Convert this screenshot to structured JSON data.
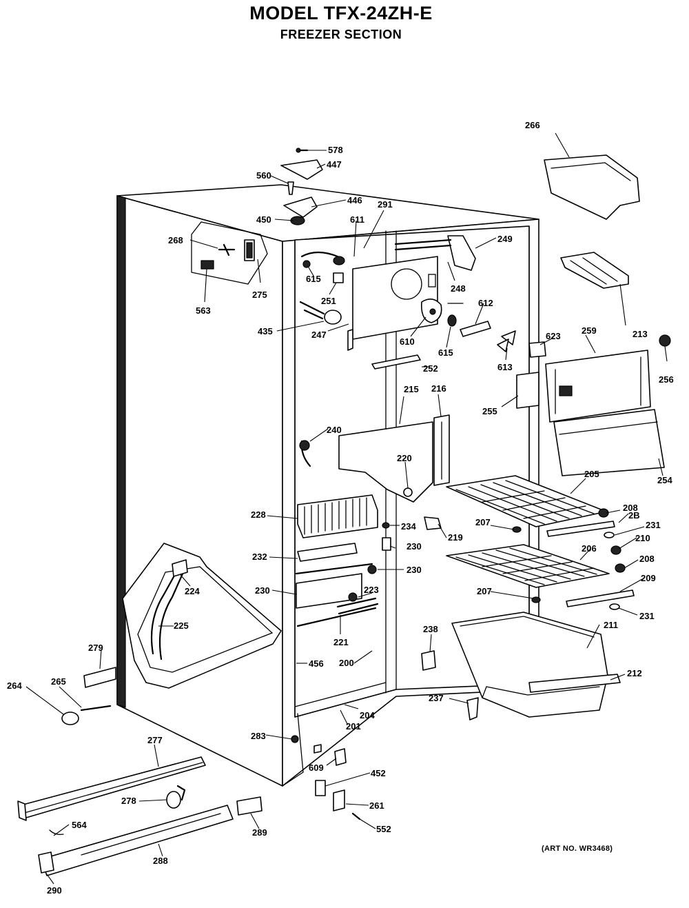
{
  "title": "MODEL TFX-24ZH-E",
  "subtitle": "FREEZER SECTION",
  "art_number": "(ART NO. WR3468)",
  "parts": [
    {
      "id": "p266",
      "label": "266"
    },
    {
      "id": "p578",
      "label": "578"
    },
    {
      "id": "p447",
      "label": "447"
    },
    {
      "id": "p560",
      "label": "560"
    },
    {
      "id": "p446",
      "label": "446"
    },
    {
      "id": "p450",
      "label": "450"
    },
    {
      "id": "p291",
      "label": "291"
    },
    {
      "id": "p611",
      "label": "611"
    },
    {
      "id": "p249",
      "label": "249"
    },
    {
      "id": "p268",
      "label": "268"
    },
    {
      "id": "p615a",
      "label": "615"
    },
    {
      "id": "p248",
      "label": "248"
    },
    {
      "id": "p275",
      "label": "275"
    },
    {
      "id": "p563",
      "label": "563"
    },
    {
      "id": "p251",
      "label": "251"
    },
    {
      "id": "p612",
      "label": "612"
    },
    {
      "id": "p213",
      "label": "213"
    },
    {
      "id": "p435",
      "label": "435"
    },
    {
      "id": "p247",
      "label": "247"
    },
    {
      "id": "p610",
      "label": "610"
    },
    {
      "id": "p615b",
      "label": "615"
    },
    {
      "id": "p613",
      "label": "613"
    },
    {
      "id": "p623",
      "label": "623"
    },
    {
      "id": "p259",
      "label": "259"
    },
    {
      "id": "p256",
      "label": "256"
    },
    {
      "id": "p252",
      "label": "252"
    },
    {
      "id": "p215",
      "label": "215"
    },
    {
      "id": "p216",
      "label": "216"
    },
    {
      "id": "p255",
      "label": "255"
    },
    {
      "id": "p240",
      "label": "240"
    },
    {
      "id": "p220",
      "label": "220"
    },
    {
      "id": "p254",
      "label": "254"
    },
    {
      "id": "p205",
      "label": "205"
    },
    {
      "id": "p208a",
      "label": "208"
    },
    {
      "id": "p228",
      "label": "228"
    },
    {
      "id": "p234",
      "label": "234"
    },
    {
      "id": "p207a",
      "label": "207"
    },
    {
      "id": "p219",
      "label": "219"
    },
    {
      "id": "p2B",
      "label": "2B"
    },
    {
      "id": "p231a",
      "label": "231"
    },
    {
      "id": "p230a",
      "label": "230"
    },
    {
      "id": "p210",
      "label": "210"
    },
    {
      "id": "p232",
      "label": "232"
    },
    {
      "id": "p206",
      "label": "206"
    },
    {
      "id": "p208b",
      "label": "208"
    },
    {
      "id": "p230b",
      "label": "230"
    },
    {
      "id": "p224",
      "label": "224"
    },
    {
      "id": "p209",
      "label": "209"
    },
    {
      "id": "p230c",
      "label": "230"
    },
    {
      "id": "p223",
      "label": "223"
    },
    {
      "id": "p207b",
      "label": "207"
    },
    {
      "id": "p231b",
      "label": "231"
    },
    {
      "id": "p225",
      "label": "225"
    },
    {
      "id": "p211",
      "label": "211"
    },
    {
      "id": "p221",
      "label": "221"
    },
    {
      "id": "p238",
      "label": "238"
    },
    {
      "id": "p279",
      "label": "279"
    },
    {
      "id": "p456",
      "label": "456"
    },
    {
      "id": "p200",
      "label": "200"
    },
    {
      "id": "p212",
      "label": "212"
    },
    {
      "id": "p264",
      "label": "264"
    },
    {
      "id": "p265",
      "label": "265"
    },
    {
      "id": "p237",
      "label": "237"
    },
    {
      "id": "p204",
      "label": "204"
    },
    {
      "id": "p201",
      "label": "201"
    },
    {
      "id": "p283",
      "label": "283"
    },
    {
      "id": "p277",
      "label": "277"
    },
    {
      "id": "p609",
      "label": "609"
    },
    {
      "id": "p452",
      "label": "452"
    },
    {
      "id": "p278",
      "label": "278"
    },
    {
      "id": "p261",
      "label": "261"
    },
    {
      "id": "p564",
      "label": "564"
    },
    {
      "id": "p289",
      "label": "289"
    },
    {
      "id": "p552",
      "label": "552"
    },
    {
      "id": "p288",
      "label": "288"
    },
    {
      "id": "p290",
      "label": "290"
    }
  ]
}
